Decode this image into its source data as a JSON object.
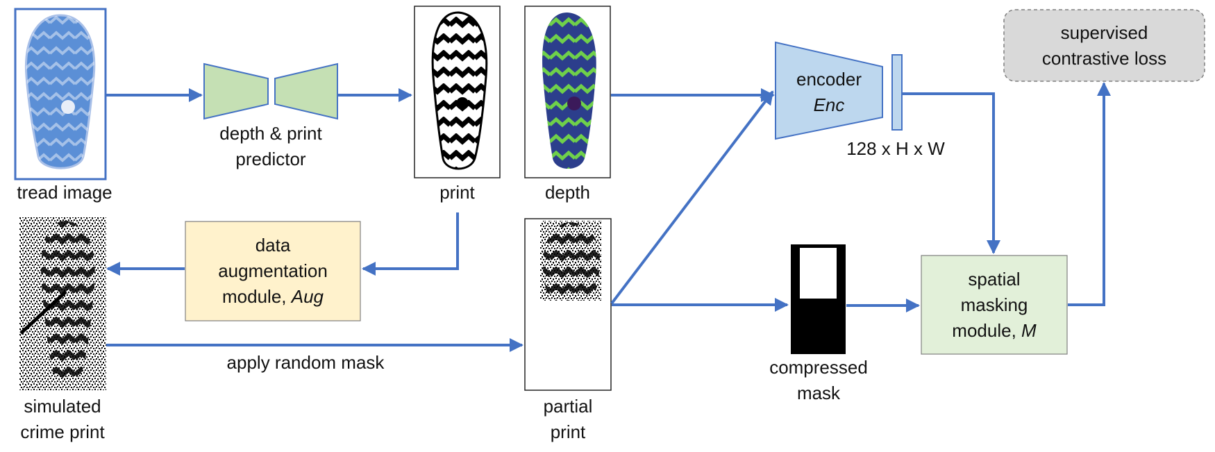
{
  "labels": {
    "tread_image": "tread image",
    "predictor_line1": "depth & print",
    "predictor_line2": "predictor",
    "print": "print",
    "depth": "depth",
    "encoder": "encoder",
    "encoder_sym": "Enc",
    "feature_dims": "128 x H x W",
    "loss_line1": "supervised",
    "loss_line2": "contrastive loss",
    "aug_line1": "data",
    "aug_line2": "augmentation",
    "aug_line3": "module, ",
    "aug_sym": "Aug",
    "apply_mask": "apply random mask",
    "crime_line1": "simulated",
    "crime_line2": "crime print",
    "partial_line1": "partial",
    "partial_line2": "print",
    "mask_line1": "compressed",
    "mask_line2": "mask",
    "spatial_line1": "spatial",
    "spatial_line2": "masking",
    "spatial_line3": "module, ",
    "spatial_sym": "M"
  },
  "colors": {
    "arrow": "#4472c4",
    "predictor_fill": "#c5e0b4",
    "encoder_fill": "#bdd7ee",
    "aug_fill": "#fff2cc",
    "spatial_fill": "#e2f0d9",
    "loss_fill": "#d9d9d9",
    "tread_fill": "#5b8fd6",
    "depth_bg": "#2c3e8c",
    "depth_stripe": "#6fd04a"
  }
}
